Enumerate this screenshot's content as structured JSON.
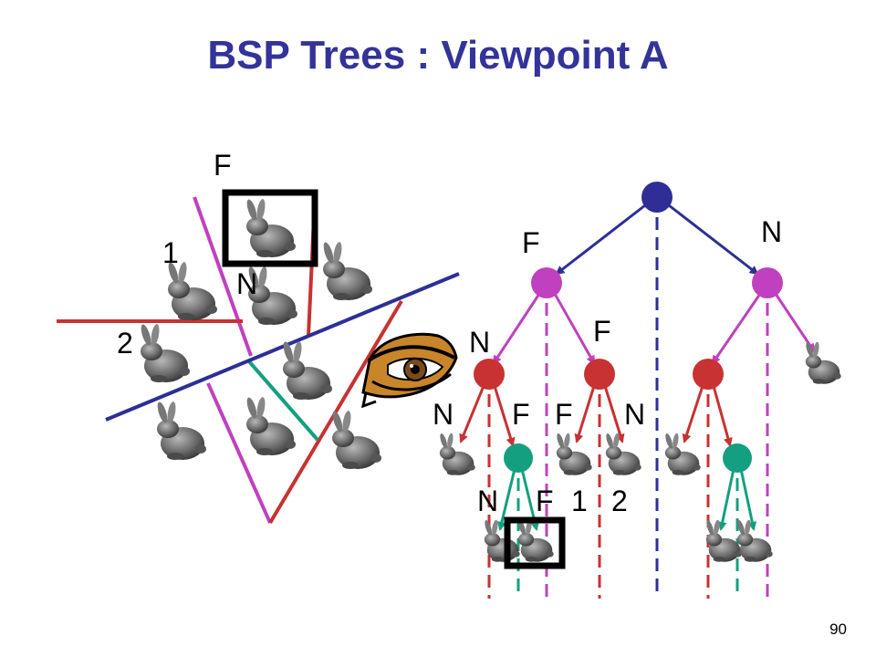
{
  "title": "BSP Trees : Viewpoint A",
  "page_number": "90",
  "scene_labels": {
    "f_top": "F",
    "one": "1",
    "n_mid": "N",
    "two": "2"
  },
  "tree_labels": {
    "root_left": "F",
    "root_right": "N",
    "l1_left": "N",
    "l1_right": "F",
    "l2_a": "N",
    "l2_b": "F",
    "l2_c": "F",
    "l2_d": "N",
    "l3_a": "N",
    "l3_b": "F",
    "l3_c": "1",
    "l3_d": "2"
  },
  "colors": {
    "title": "#33339a",
    "root": "#2e2e96",
    "magenta": "#c040c0",
    "red": "#c83232",
    "green": "#14a080",
    "bunny": "#6a6a6a"
  },
  "icons": [
    "bunny-icon",
    "eye-icon",
    "highlight-box"
  ]
}
